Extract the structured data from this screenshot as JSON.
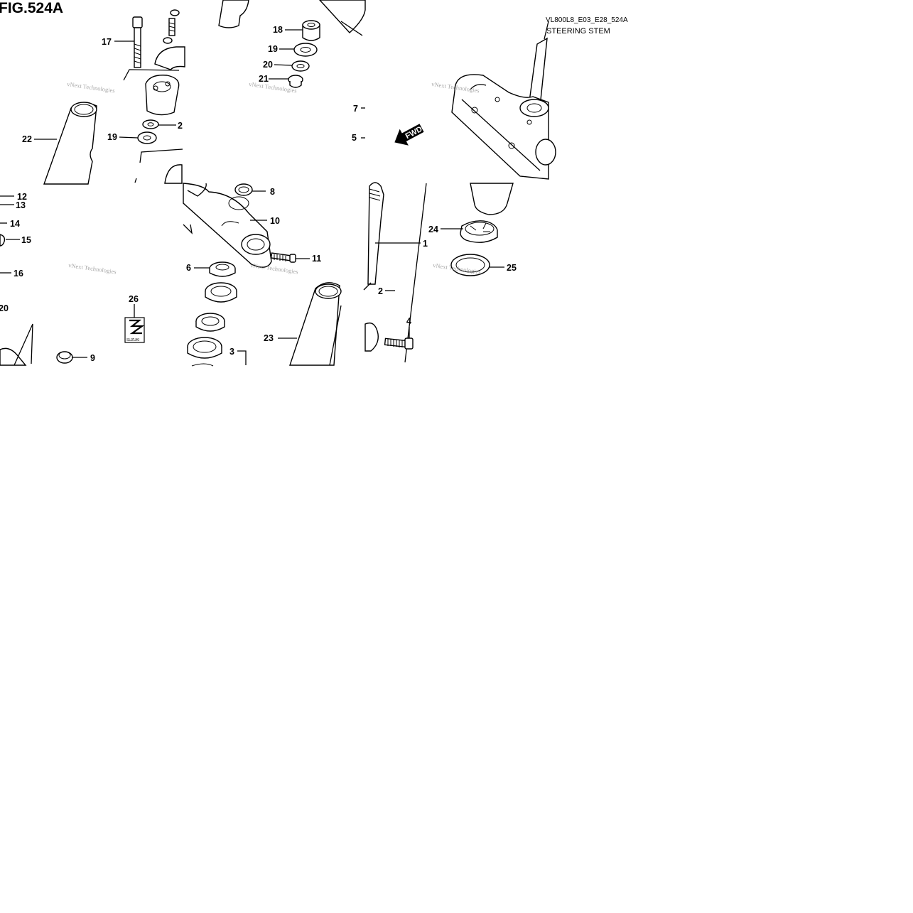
{
  "figure": {
    "fig_number": "FIG.524A",
    "model_code": "VL800L8_E03_E28_524A",
    "section_title": "STEERING STEM"
  },
  "watermark": {
    "text": "vNext Technologies"
  },
  "fwd_arrow": {
    "label": "FWD"
  },
  "logo": {
    "brand": "SUZUKI"
  },
  "callouts": [
    {
      "id": "c17",
      "label": "17"
    },
    {
      "id": "c22",
      "label": "22"
    },
    {
      "id": "c19a",
      "label": "19"
    },
    {
      "id": "c2a",
      "label": "2"
    },
    {
      "id": "c18",
      "label": "18"
    },
    {
      "id": "c19b",
      "label": "19"
    },
    {
      "id": "c20a",
      "label": "20"
    },
    {
      "id": "c21",
      "label": "21"
    },
    {
      "id": "c7",
      "label": "7"
    },
    {
      "id": "c5",
      "label": "5"
    },
    {
      "id": "c12",
      "label": "12"
    },
    {
      "id": "c13",
      "label": "13"
    },
    {
      "id": "c14",
      "label": "14"
    },
    {
      "id": "c15",
      "label": "15"
    },
    {
      "id": "c16",
      "label": "16"
    },
    {
      "id": "c20b",
      "label": "20"
    },
    {
      "id": "c26",
      "label": "26"
    },
    {
      "id": "c9",
      "label": "9"
    },
    {
      "id": "c8",
      "label": "8"
    },
    {
      "id": "c10",
      "label": "10"
    },
    {
      "id": "c11",
      "label": "11"
    },
    {
      "id": "c6",
      "label": "6"
    },
    {
      "id": "c23",
      "label": "23"
    },
    {
      "id": "c3",
      "label": "3"
    },
    {
      "id": "c24",
      "label": "24"
    },
    {
      "id": "c1",
      "label": "1"
    },
    {
      "id": "c25",
      "label": "25"
    },
    {
      "id": "c2b",
      "label": "2"
    },
    {
      "id": "c4",
      "label": "4"
    }
  ]
}
